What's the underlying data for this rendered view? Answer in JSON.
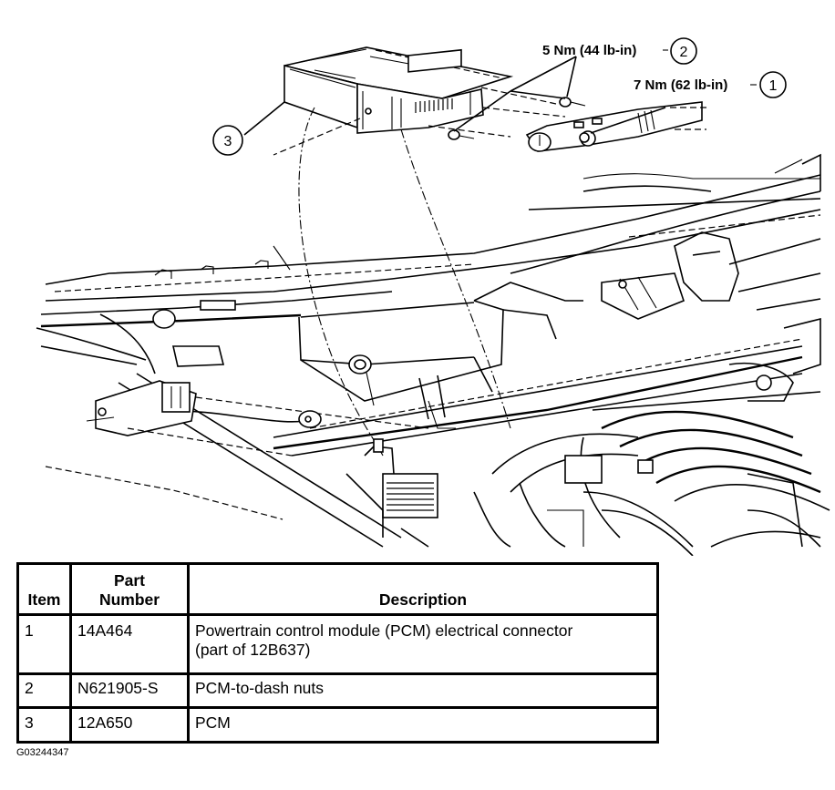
{
  "illustration": {
    "subject": "PCM removal/installation view: module mounted behind dash panel above engine compartment",
    "callouts": [
      {
        "number": "1",
        "label": "7 Nm (62 lb-in)"
      },
      {
        "number": "2",
        "label": "5 Nm (44 lb-in)"
      },
      {
        "number": "3",
        "label": ""
      }
    ]
  },
  "table": {
    "headers": {
      "item": "Item",
      "part_line1": "Part",
      "part_line2": "Number",
      "description": "Description"
    },
    "rows": [
      {
        "item": "1",
        "part_number": "14A464",
        "description_line1": "Powertrain control module (PCM) electrical connector",
        "description_line2": "(part of 12B637)"
      },
      {
        "item": "2",
        "part_number": "N621905-S",
        "description_line1": "PCM-to-dash nuts",
        "description_line2": ""
      },
      {
        "item": "3",
        "part_number": "12A650",
        "description_line1": "PCM",
        "description_line2": ""
      }
    ]
  },
  "figure_id": "G03244347"
}
